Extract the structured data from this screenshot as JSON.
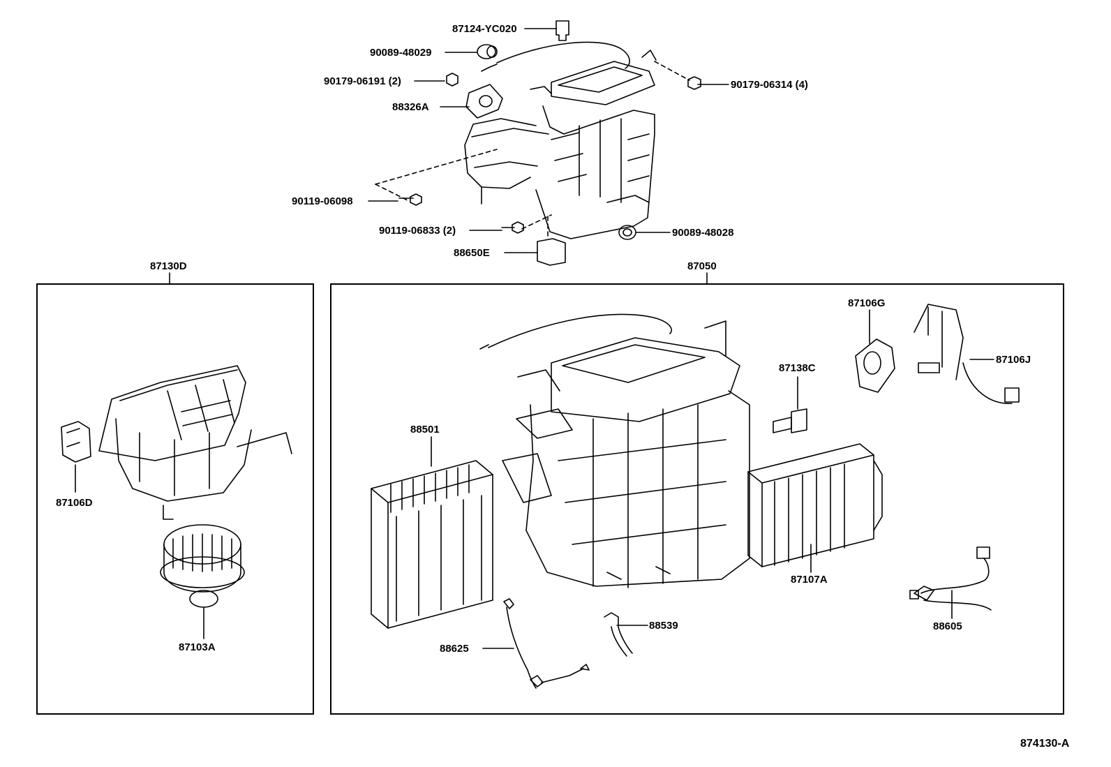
{
  "top_assembly": {
    "labels": {
      "l_87124": "87124-YC020",
      "l_90089_48029": "90089-48029",
      "l_90179_06191": "90179-06191 (2)",
      "l_88326a": "88326A",
      "l_90179_06314": "90179-06314 (4)",
      "l_90119_06098": "90119-06098",
      "l_90119_06833": "90119-06833 (2)",
      "l_90089_48028": "90089-48028",
      "l_88650e": "88650E"
    }
  },
  "blower_box": {
    "title": "87130D",
    "labels": {
      "l_87106d": "87106D",
      "l_87103a": "87103A"
    }
  },
  "unit_box": {
    "title": "87050",
    "labels": {
      "l_88501": "88501",
      "l_87106g": "87106G",
      "l_87138c": "87138C",
      "l_87106j": "87106J",
      "l_87107a": "87107A",
      "l_88625": "88625",
      "l_88539": "88539",
      "l_88605": "88605"
    }
  },
  "figure_code": "874130-A"
}
